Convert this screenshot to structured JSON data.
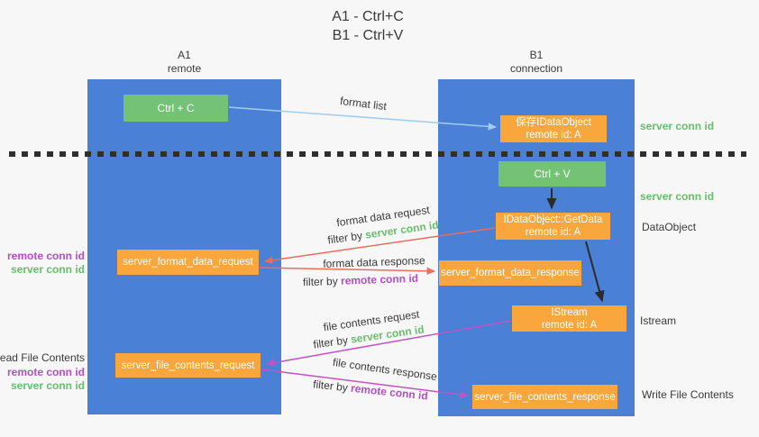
{
  "title": {
    "line1": "A1 - Ctrl+C",
    "line2": "B1 - Ctrl+V"
  },
  "lanes": {
    "left": {
      "name": "A1",
      "subtitle": "remote"
    },
    "right": {
      "name": "B1",
      "subtitle": "connection"
    }
  },
  "nodes": {
    "ctrl_c": {
      "label": "Ctrl + C"
    },
    "ctrl_v": {
      "label": "Ctrl + V"
    },
    "save_dataobject": {
      "line1": "保存IDataObject",
      "line2": "remote id: A"
    },
    "getdata": {
      "line1": "IDataObject::GetData",
      "line2": "remote id: A"
    },
    "istream": {
      "line1": "IStream",
      "line2": "remote id: A"
    },
    "format_request": {
      "label": "server_format_data_request"
    },
    "format_response": {
      "label": "server_format_data_response"
    },
    "file_request": {
      "label": "server_file_contents_request"
    },
    "file_response": {
      "label": "server_file_contents_response"
    }
  },
  "arrow_labels": {
    "format_list": "format list",
    "format_data_request": "format data request",
    "format_data_response": "format data response",
    "file_contents_request": "file contents request",
    "file_contents_response": "file contents response",
    "filter_by": "filter by ",
    "server_conn_id": "server conn id",
    "remote_conn_id": "remote conn id"
  },
  "side_labels": {
    "server_conn_id_top": "server conn id",
    "server_conn_id_mid": "server conn id",
    "dataobject": "DataObject",
    "istream": "Istream",
    "write_file_contents": "Write File Contents",
    "read_file_contents": "Read File Contents",
    "remote_conn_id_mid": "remote conn id",
    "server_conn_id_left_mid": "server conn id",
    "remote_conn_id_bottom": "remote conn id",
    "server_conn_id_left_bottom": "server conn id"
  },
  "colors": {
    "lane_blue": "#4a80d6",
    "node_green": "#74c276",
    "node_orange": "#f9a63c",
    "accent_green": "#67bf6b",
    "accent_purple": "#b44ec9",
    "arrow_red": "#e96e5e",
    "arrow_magenta": "#c353c3",
    "arrow_light_blue": "#9fcdec",
    "arrow_black": "#2b2b2b"
  }
}
